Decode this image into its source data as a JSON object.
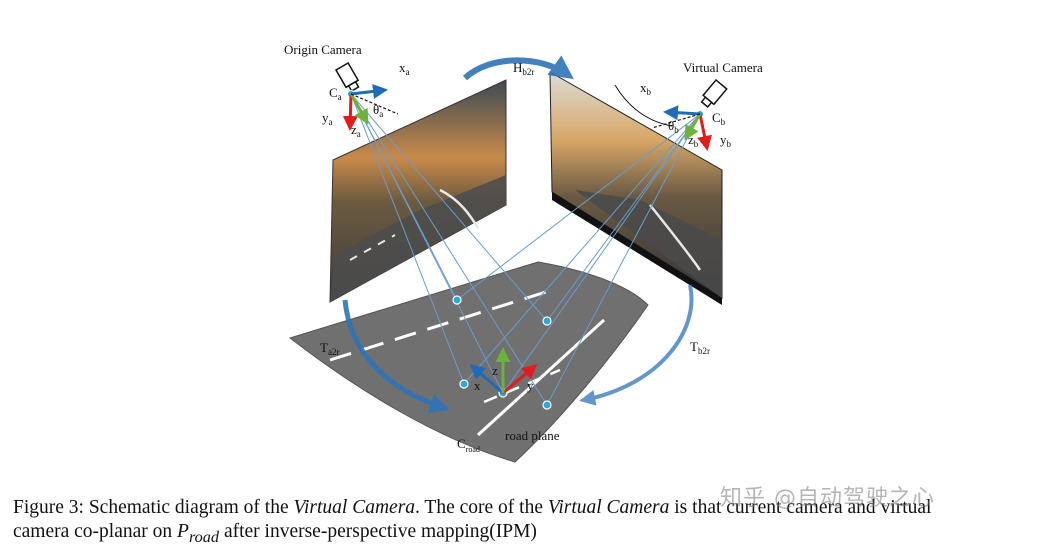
{
  "labels": {
    "origin_camera": "Origin Camera",
    "virtual_camera": "Virtual Camera",
    "xa": "x",
    "xa_sub": "a",
    "xb": "x",
    "xb_sub": "b",
    "ca": "C",
    "ca_sub": "a",
    "cb": "C",
    "cb_sub": "b",
    "ya": "y",
    "ya_sub": "a",
    "yb": "y",
    "yb_sub": "b",
    "za": "z",
    "za_sub": "a",
    "zb": "z",
    "zb_sub": "b",
    "theta_a": "θ",
    "theta_a_sub": "a",
    "theta_b": "θ",
    "theta_b_sub": "b",
    "hb2r": "H",
    "hb2r_sub": "b2r",
    "taar": "T",
    "taar_sub": "a2r",
    "tb2r": "T",
    "tb2r_sub": "b2r",
    "croad": "C",
    "croad_sub": "road",
    "road_plane": "road plane",
    "x": "x",
    "y": "y",
    "z": "z"
  },
  "caption": {
    "prefix": "Figure 3: Schematic diagram of the ",
    "term1": "Virtual Camera",
    "mid1": ". The core of the ",
    "term2": "Virtual Camera",
    "mid2": " is that current camera and virtual",
    "line2_start": "camera co-planar on ",
    "p": "P",
    "p_sub": "road",
    "line2_end": " after inverse-perspective mapping(IPM)"
  },
  "watermark": "知乎 @自动驾驶之心",
  "colors": {
    "blue_arrow": "#1f6bb5",
    "red_arrow": "#e01c1c",
    "green_arrow": "#6bb33a",
    "ray": "#6a9ccc",
    "road": "#707070"
  }
}
